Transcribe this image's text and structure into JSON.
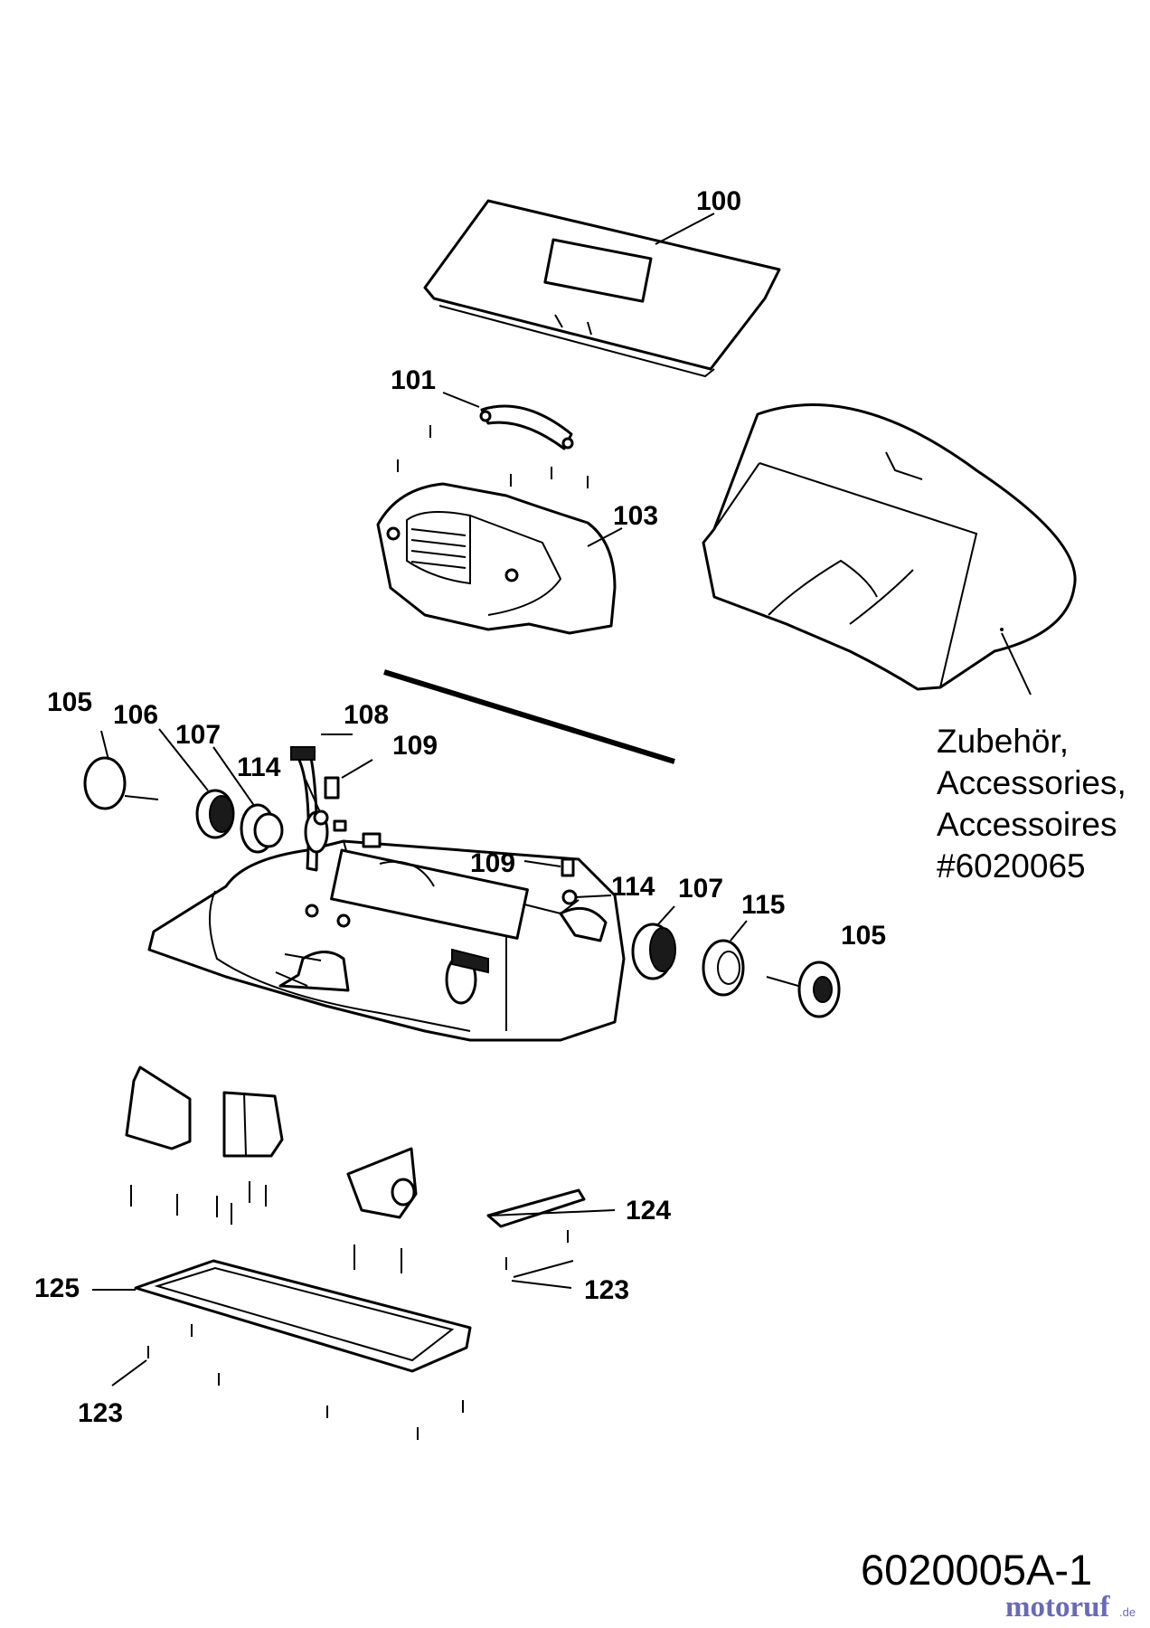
{
  "labels": {
    "p100": "100",
    "p101": "101",
    "p103": "103",
    "p105a": "105",
    "p106": "106",
    "p107a": "107",
    "p108": "108",
    "p109a": "109",
    "p114a": "114",
    "p109b": "109",
    "p114b": "114",
    "p107b": "107",
    "p115": "115",
    "p105b": "105",
    "p124": "124",
    "p123a": "123",
    "p125": "125",
    "p123b": "123"
  },
  "accessories": {
    "line1": "Zubehör,",
    "line2": "Accessories,",
    "line3": "Accessoires",
    "line4": "#6020065"
  },
  "diagram_code": "6020005A-1",
  "logo": {
    "text": "motoruf",
    "suffix": ".de"
  }
}
